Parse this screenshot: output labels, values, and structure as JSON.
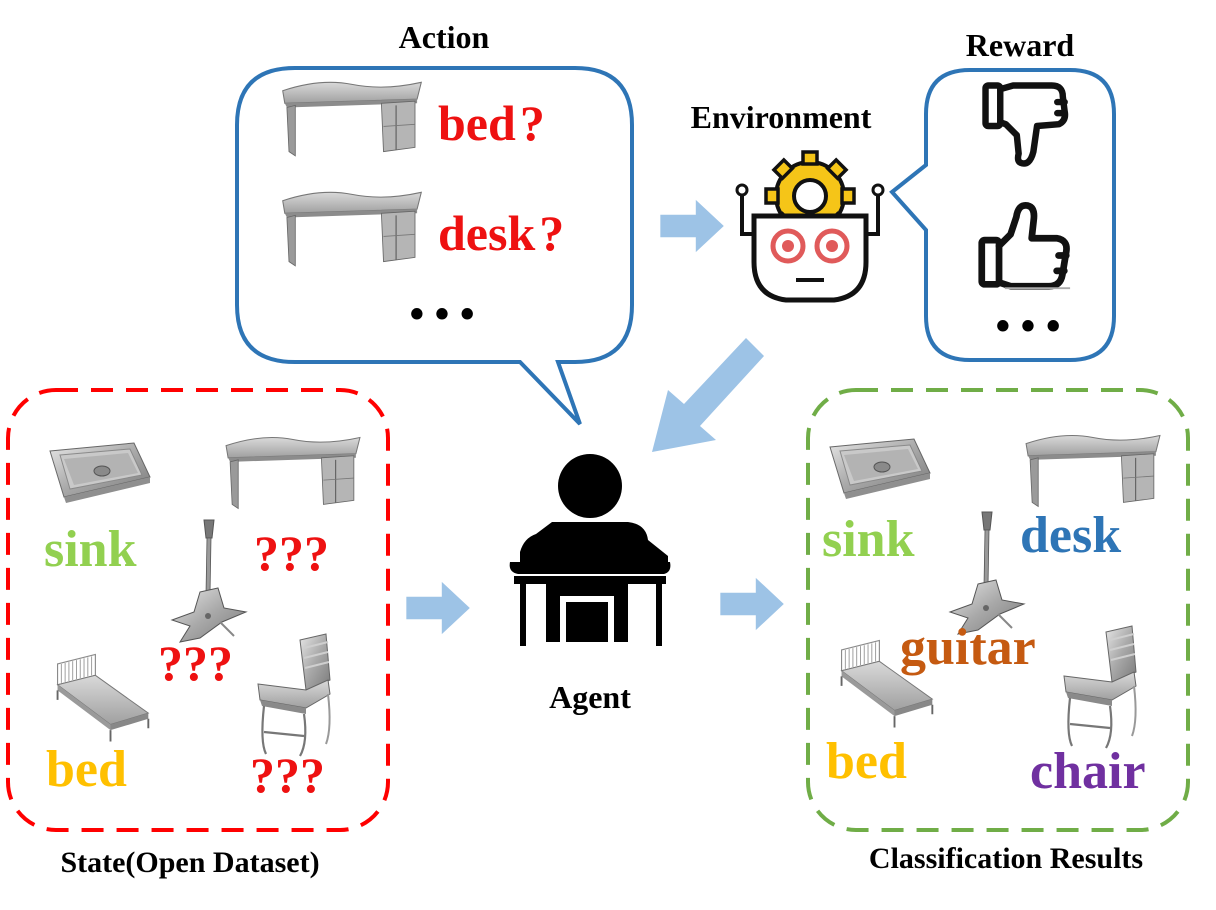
{
  "headings": {
    "action": "Action",
    "environment": "Environment",
    "reward": "Reward",
    "agent": "Agent",
    "state": "State(Open Dataset)",
    "results": "Classification Results"
  },
  "action_panel": {
    "items": [
      {
        "label": "bed",
        "mark": "?"
      },
      {
        "label": "desk",
        "mark": "?"
      }
    ],
    "ellipsis": "• • •"
  },
  "reward_panel": {
    "icons": [
      "thumbs-down-icon",
      "thumbs-up-icon"
    ],
    "ellipsis": "• • •"
  },
  "state_panel": {
    "labels": {
      "sink": "sink",
      "bed": "bed",
      "unknown_desk": "???",
      "unknown_guitar": "???",
      "unknown_chair": "???"
    }
  },
  "results_panel": {
    "labels": {
      "sink": "sink",
      "desk": "desk",
      "guitar": "guitar",
      "bed": "bed",
      "chair": "chair"
    }
  },
  "colors": {
    "action_border": "#2e75b6",
    "state_border": "#ff0000",
    "results_border": "#70ad47",
    "arrow": "#9dc3e6",
    "question": "#ee1111",
    "sink": "#92d050",
    "bed": "#ffc000",
    "desk": "#2e75b6",
    "guitar": "#c55a11",
    "chair": "#7030a0",
    "gear": "#f5c518",
    "eyes": "#e05a5a"
  }
}
